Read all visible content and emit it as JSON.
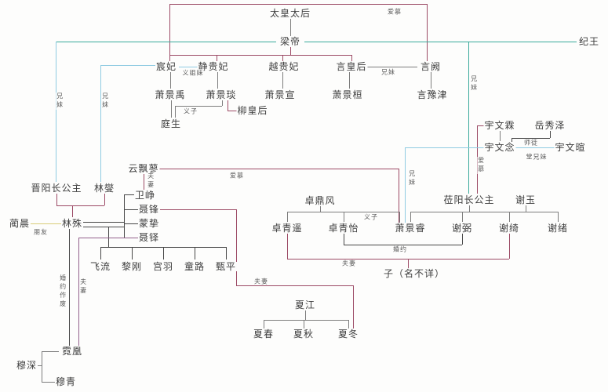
{
  "nodes": {
    "taihuangtaihou": "太皇太后",
    "liangdi": "梁帝",
    "jiwang": "纪王",
    "chenfei": "宸妃",
    "jingguifei": "静贵妃",
    "yueguifei": "越贵妃",
    "yanhuanghou": "言皇后",
    "yanque": "言阙",
    "xiaojingyu": "萧景禹",
    "xiaojingyan": "萧景琰",
    "xiaojingxuan": "萧景宣",
    "xiaojinghuan": "萧景桓",
    "yanyujin": "言豫津",
    "liuhuanghou": "柳皇后",
    "tingsheng": "庭生",
    "yuwenlin": "宇文霖",
    "yuexiuze": "岳秀泽",
    "yuwennian": "宇文念",
    "yuwenxuan": "宇文暄",
    "jinyangzhanggongzhu": "晋阳长公主",
    "linxie": "林燮",
    "linchen": "蔺晨",
    "linshu": "林殊",
    "yunpiaoliao": "云飘蓼",
    "weizheng": "卫峥",
    "niefeng": "聂锋",
    "mengzhi": "蒙挚",
    "nieduo": "聂铎",
    "feiliu": "飞流",
    "ligang": "黎刚",
    "gongyu": "宫羽",
    "tonglu": "童路",
    "zhenping": "甄平",
    "zhuodingfeng": "卓鼎风",
    "zhuoqingyao": "卓青遥",
    "zhuoqingyi": "卓青怡",
    "xiaojingrui": "萧景睿",
    "xiebi": "谢弼",
    "xieqi": "谢绮",
    "xiexu": "谢绪",
    "liyangzhanggongzhu": "莅阳长公主",
    "xieyu": "谢玉",
    "ziweiming": "子（名不详）",
    "xiajiang": "夏江",
    "xiachun": "夏春",
    "xiaqiu": "夏秋",
    "xiadong": "夏冬",
    "nihuang": "霓凰",
    "mushen": "穆深",
    "muqing": "穆青"
  },
  "labels": {
    "aimu": "爱慕",
    "xiongmei": "兄妹",
    "yijiemei": "义姐妹",
    "yizi": "义子",
    "tangxiongmei": "堂兄妹",
    "shitu": "师徒",
    "pengyou": "朋友",
    "fuqi": "夫妻",
    "hunyue": "婚约",
    "hunyuezuofei": "婚约作废"
  }
}
